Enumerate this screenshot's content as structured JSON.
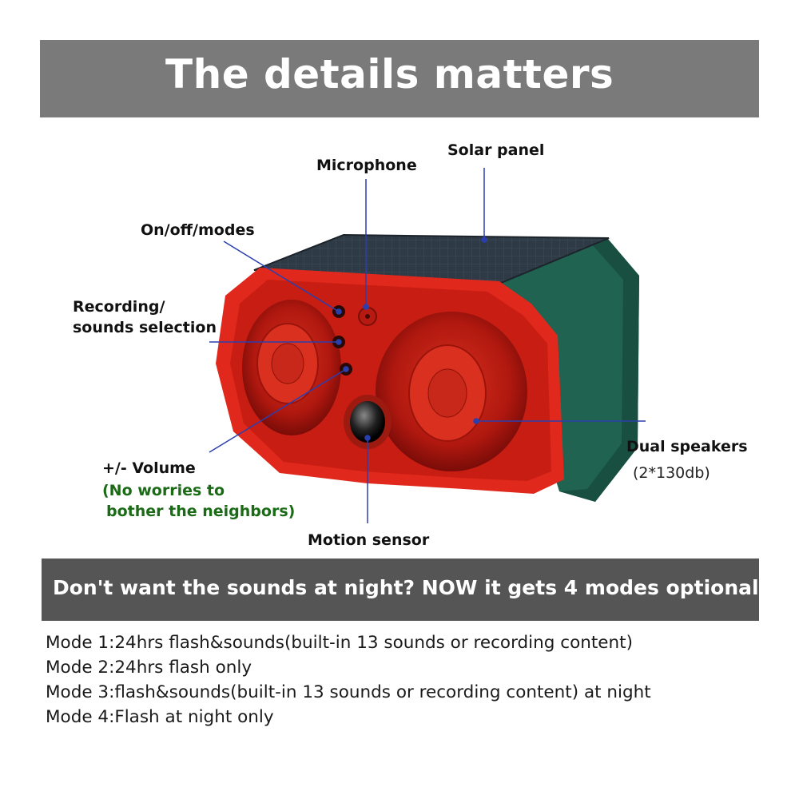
{
  "header": {
    "title": "The details matters"
  },
  "callouts": {
    "solar_panel": "Solar panel",
    "microphone": "Microphone",
    "on_off_modes": "On/off/modes",
    "recording_line1": "Recording/",
    "recording_line2": "sounds selection",
    "dual_speakers": "Dual speakers",
    "dual_speakers_spec": "(2*130db)",
    "volume": "+/- Volume",
    "volume_note_line1": "(No worries to",
    "volume_note_line2": "bother the neighbors)",
    "motion_sensor": "Motion sensor"
  },
  "modes": {
    "heading": "Don't want the sounds at night? NOW it gets 4 modes optional",
    "items": [
      "Mode 1:24hrs flash&sounds(built-in 13 sounds or recording content)",
      "Mode 2:24hrs flash only",
      "Mode 3:flash&sounds(built-in 13 sounds or recording content) at night",
      "Mode 4:Flash at night only"
    ]
  },
  "colors": {
    "header_band": "#7a7a7a",
    "mode_band": "#555555",
    "device_red": "#e0281c",
    "device_green": "#1d5e4c",
    "solar_panel": "#2e3a45",
    "callout_line": "#2a3fae",
    "note_green": "#1a6a16"
  },
  "icons": [
    "solar-panel-icon",
    "microphone-icon",
    "button-icon",
    "speaker-icon",
    "motion-sensor-icon"
  ]
}
